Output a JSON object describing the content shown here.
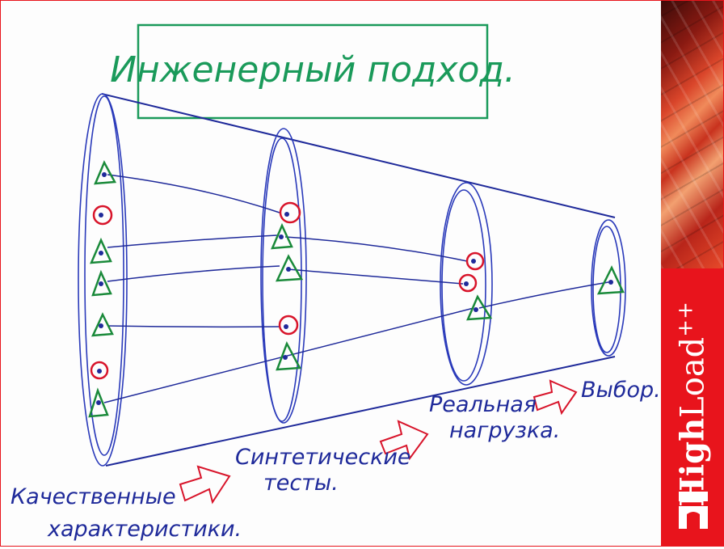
{
  "slide": {
    "title": "Инженерный подход.",
    "stages": [
      {
        "label_line1": "Качественные",
        "label_line2": "характеристики."
      },
      {
        "label_line1": "Синтетические",
        "label_line2": "тесты."
      },
      {
        "label_line1": "Реальная",
        "label_line2": "нагрузка."
      },
      {
        "label_line1": "Выбор.",
        "label_line2": ""
      }
    ]
  },
  "brand": {
    "name_bold": "High",
    "name_light": "Load",
    "suffix": "++"
  },
  "colors": {
    "ink_blue": "#1f2a9a",
    "title_green": "#1a9a5a",
    "marker_red": "#d8142a",
    "marker_green": "#1a8a3a",
    "brand_red": "#e8141c"
  }
}
